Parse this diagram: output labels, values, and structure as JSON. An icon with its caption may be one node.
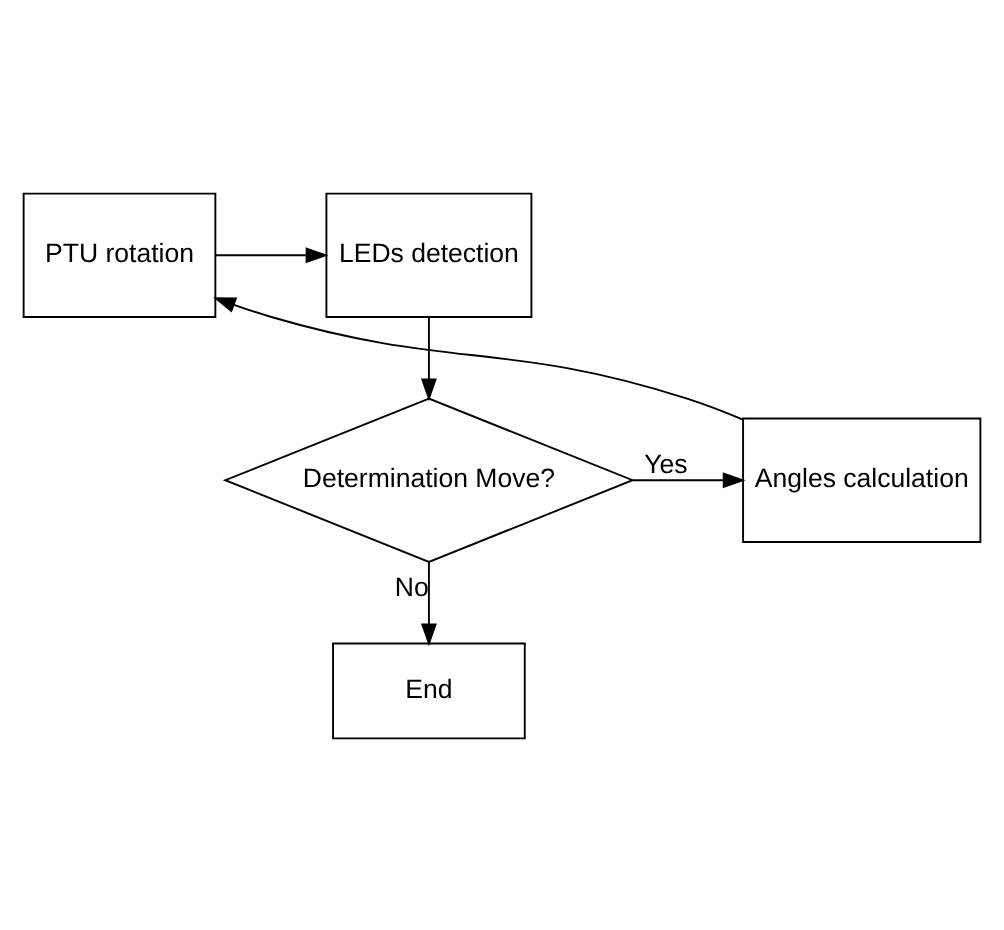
{
  "diagram": {
    "nodes": [
      {
        "text": [
          "LEDs detection"
        ]
      },
      {
        "text": [
          "PTU rotation"
        ]
      },
      {
        "text": [
          "Determination Move?"
        ]
      },
      {
        "text": [
          "Angles calculation"
        ]
      },
      {
        "text": [
          "End"
        ]
      }
    ],
    "edges": [
      {
        "from": 1,
        "to": 0,
        "arrow": "to"
      },
      {
        "from": 0,
        "to": 2,
        "arrow": "to"
      },
      {
        "from": 2,
        "to": 3,
        "arrow": "to",
        "label": "Yes"
      },
      {
        "from": 3,
        "to": 1,
        "arrow": "to"
      },
      {
        "from": 2,
        "to": 4,
        "arrow": "to",
        "label": "No"
      }
    ]
  }
}
